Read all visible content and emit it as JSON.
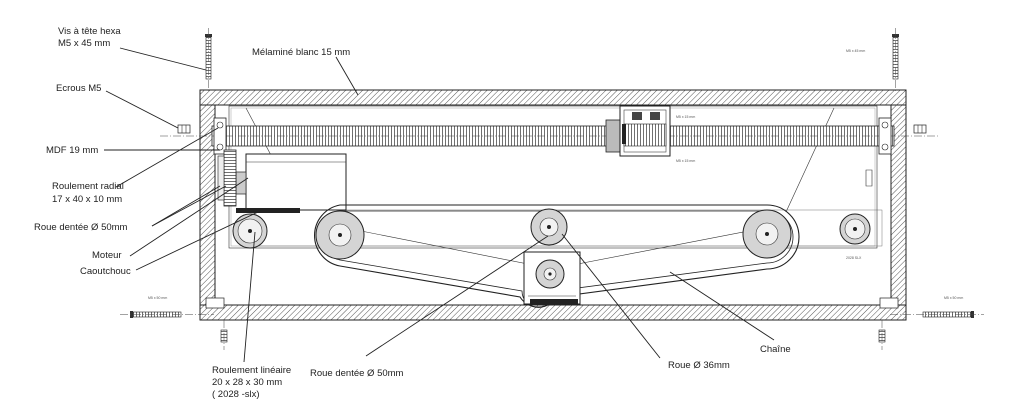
{
  "labels": {
    "screw_line1": "Vis à tête hexa",
    "screw_line2": "M5 x 45 mm",
    "melamine": "Mélaminé blanc 15 mm",
    "nuts": "Ecrous M5",
    "mdf": "MDF 19 mm",
    "radial_line1": "Roulement radial",
    "radial_line2": "17 x 40 x 10 mm",
    "gear_left": "Roue dentée Ø 50mm",
    "motor": "Moteur",
    "rubber": "Caoutchouc",
    "linear_line1": "Roulement linéaire",
    "linear_line2": "20 x 28 x 30 mm",
    "linear_line3": "( 2028 -slx)",
    "gear_bottom": "Roue dentée Ø 50mm",
    "wheel36": "Roue Ø 36mm",
    "chain": "Chaîne"
  },
  "small_annotations": {
    "top_right_screw": "M5 x 45 mm",
    "bearing_top": "M5 x 15 mm",
    "bearing_bottom": "M5 x 15 mm",
    "left_screw": "M5 x 50 mm",
    "right_screw": "M5 x 50 mm",
    "slide_ref": "2028 SLX"
  },
  "colors": {
    "line": "#222222",
    "hatch": "#555555",
    "wheel_fill": "#d4d4d4",
    "background": "#ffffff"
  }
}
